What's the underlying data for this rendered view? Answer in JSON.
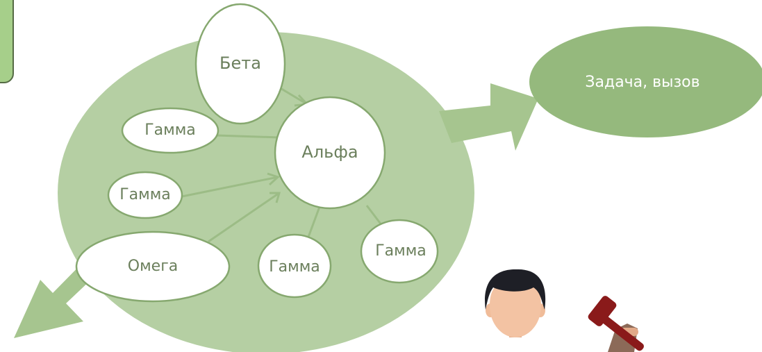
{
  "diagram": {
    "central_node": "Альфа",
    "beta_node": "Бета",
    "gamma_nodes": [
      "Гамма",
      "Гамма",
      "Гамма",
      "Гамма"
    ],
    "omega_node": "Омега",
    "task_node": "Задача, вызов"
  },
  "colors": {
    "group_fill": "#b5cfa3",
    "arrow_fill": "#a6c58f",
    "task_fill": "#95b97d",
    "node_fill": "#ffffff",
    "node_stroke": "#86a86f",
    "node_text": "#6b7f5c",
    "connector": "#9cbc86",
    "corner_tab": "#a6cf8a"
  },
  "icons": [
    "person-icon",
    "gavel-icon"
  ]
}
